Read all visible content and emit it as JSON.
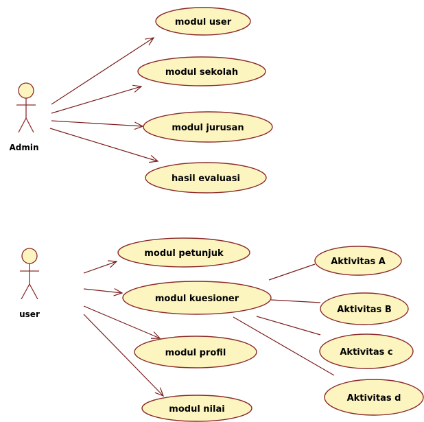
{
  "diagram": {
    "type": "use-case",
    "colors": {
      "use_case_fill": "#fdf5c0",
      "use_case_stroke": "#8b2a2a",
      "actor_stroke": "#8b2a2a",
      "actor_fill": "#fdf5c0",
      "line": "#7a1e1e"
    },
    "actors": {
      "admin": {
        "label": "Admin"
      },
      "user": {
        "label": "user"
      }
    },
    "use_cases": {
      "modul_user": {
        "label": "modul user"
      },
      "modul_sekolah": {
        "label": "modul sekolah"
      },
      "modul_jurusan": {
        "label": "modul jurusan"
      },
      "hasil_evaluasi": {
        "label": "hasil evaluasi"
      },
      "modul_petunjuk": {
        "label": "modul petunjuk"
      },
      "modul_kuesioner": {
        "label": "modul kuesioner"
      },
      "modul_profil": {
        "label": "modul profil"
      },
      "modul_nilai": {
        "label": "modul nilai"
      },
      "aktivitas_a": {
        "label": "Aktivitas A"
      },
      "aktivitas_b": {
        "label": "Aktivitas B"
      },
      "aktivitas_c": {
        "label": "Aktivitas c"
      },
      "aktivitas_d": {
        "label": "Aktivitas d"
      }
    },
    "associations": [
      {
        "from": "admin",
        "to": "modul_user",
        "arrow": true
      },
      {
        "from": "admin",
        "to": "modul_sekolah",
        "arrow": true
      },
      {
        "from": "admin",
        "to": "modul_jurusan",
        "arrow": true
      },
      {
        "from": "admin",
        "to": "hasil_evaluasi",
        "arrow": true
      },
      {
        "from": "user",
        "to": "modul_petunjuk",
        "arrow": true
      },
      {
        "from": "user",
        "to": "modul_kuesioner",
        "arrow": true
      },
      {
        "from": "user",
        "to": "modul_profil",
        "arrow": true
      },
      {
        "from": "user",
        "to": "modul_nilai",
        "arrow": true
      },
      {
        "from": "modul_kuesioner",
        "to": "aktivitas_a",
        "arrow": false
      },
      {
        "from": "modul_kuesioner",
        "to": "aktivitas_b",
        "arrow": false
      },
      {
        "from": "modul_kuesioner",
        "to": "aktivitas_c",
        "arrow": false
      },
      {
        "from": "modul_kuesioner",
        "to": "aktivitas_d",
        "arrow": false
      }
    ]
  }
}
